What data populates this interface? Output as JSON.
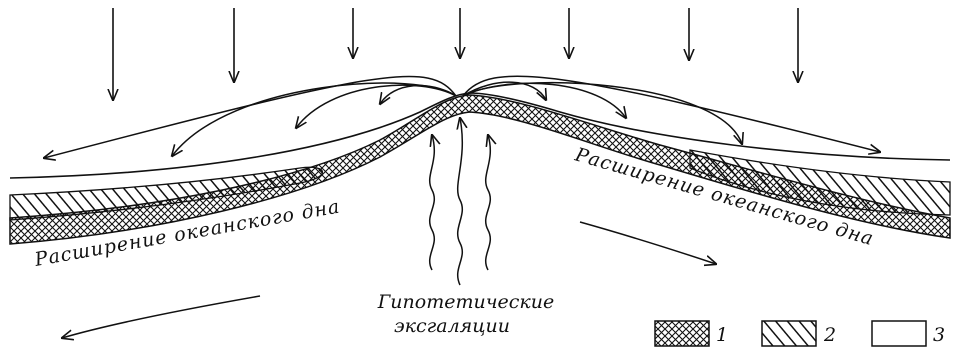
{
  "labels": {
    "spreading_left": "Расширение океанского дна",
    "spreading_right": "Расширение океанского дна",
    "exhalations_line1": "Гипотетические",
    "exhalations_line2": "эксгаляции"
  },
  "legend": [
    {
      "number": "1",
      "pattern": "crosshatch"
    },
    {
      "number": "2",
      "pattern": "diagonal-hatch"
    },
    {
      "number": "3",
      "pattern": "blank"
    }
  ],
  "colors": {
    "ink": "#111111",
    "background": "#ffffff"
  }
}
